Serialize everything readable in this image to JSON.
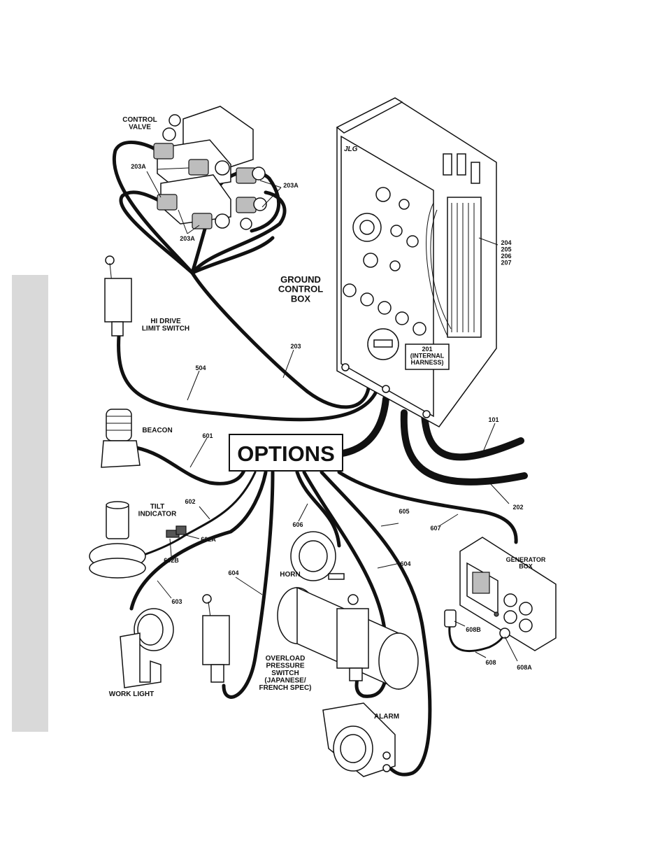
{
  "title": "OPTIONS",
  "components": {
    "control_valve": "CONTROL\nVALVE",
    "ground_control_box": "GROUND\nCONTROL\nBOX",
    "hi_drive_limit_switch": "HI DRIVE\nLIMIT SWITCH",
    "beacon": "BEACON",
    "tilt_indicator": "TILT\nINDICATOR",
    "horn": "HORN",
    "work_light": "WORK LIGHT",
    "overload_pressure_switch": "OVERLOAD\nPRESSURE\nSWITCH\n(JAPANESE/\nFRENCH SPEC)",
    "alarm": "ALARM",
    "generator_box": "GENERATOR\nBOX",
    "internal_harness": "201\n(INTERNAL\nHARNESS)",
    "brand_mark": "JLG"
  },
  "callouts": {
    "c203A_1": "203A",
    "c203A_2": "203A",
    "c203A_3": "203A",
    "c204_207": "204\n205\n206\n207",
    "c203": "203",
    "c504": "504",
    "c601": "601",
    "c602": "602",
    "c602A": "602A",
    "c602B": "602B",
    "c603": "603",
    "c604a": "604",
    "c604b": "604",
    "c605": "605",
    "c606": "606",
    "c607": "607",
    "c608": "608",
    "c608A": "608A",
    "c608B": "608B",
    "c101": "101",
    "c202": "202"
  }
}
